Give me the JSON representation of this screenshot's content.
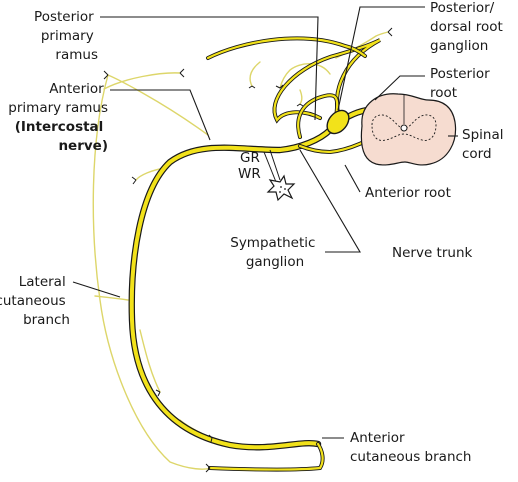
{
  "labels": {
    "posterior_primary_ramus": [
      "Posterior",
      "primary",
      "ramus"
    ],
    "drg": [
      "Posterior/",
      "dorsal root",
      "ganglion"
    ],
    "posterior_root": [
      "Posterior",
      "root"
    ],
    "anterior_primary_ramus": [
      "Anterior",
      "primary ramus"
    ],
    "intercostal_nerve": [
      "(Intercostal",
      "nerve)"
    ],
    "spinal_cord": [
      "Spinal",
      "cord"
    ],
    "gr": "GR",
    "wr": "WR",
    "anterior_root": "Anterior root",
    "sympathetic_ganglion": [
      "Sympathetic",
      "ganglion"
    ],
    "nerve_trunk": "Nerve trunk",
    "lateral_cutaneous_branch": [
      "Lateral",
      "cutaneous",
      "branch"
    ],
    "anterior_cutaneous_branch": [
      "Anterior",
      "cutaneous branch"
    ]
  },
  "colors": {
    "nerve": "#f2e21a",
    "branch": "#ddd66a",
    "cord_fill": "#f6dcd0",
    "outline": "#1a1a1a"
  }
}
